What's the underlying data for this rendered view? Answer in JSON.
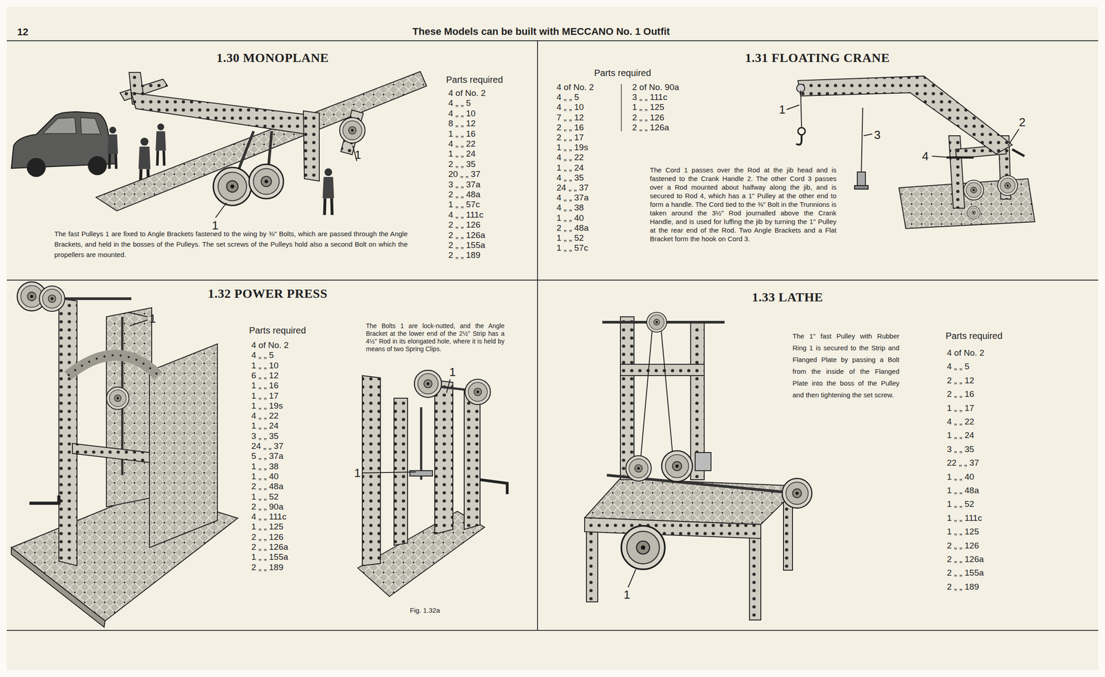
{
  "diagram": {
    "title": "These Models can be built with MECCANO No. 1 Outfit",
    "nodes": [
      {
        "text": [
          "1.30 MONOPLANE"
        ]
      },
      {
        "text": [
          "1.31 FLOATING CRANE"
        ]
      },
      {
        "text": [
          "1.32 POWER PRESS"
        ]
      },
      {
        "text": [
          "1.33 LATHE"
        ]
      }
    ],
    "labels": [
      "12",
      "Parts required",
      "4 of No. 2",
      "4 „ „ 5",
      "4 „ „ 10",
      "8 „ „ 12",
      "1 „ „ 16",
      "4 „ „ 22",
      "1 „ „ 24",
      "2 „ „ 35",
      "20 „ „ 37",
      "3 „ „ 37a",
      "2 „ „ 48a",
      "1 „ „ 57c",
      "4 „ „ 111c",
      "2 „ „ 126",
      "2 „ „ 126a",
      "2 „ „ 155a",
      "2 „ „ 189",
      "The fast Pulleys 1 are fixed to Angle Brackets fastened to the wing by ⅜\" Bolts, which are passed through the Angle Brackets, and held in the bosses of the Pulleys. The set screws of the Pulleys hold also a second Bolt on which the propellers are mounted.",
      "1",
      "1",
      "Parts required",
      "4 of No. 2",
      "4 „ „ 5",
      "4 „ „ 10",
      "7 „ „ 12",
      "2 „ „ 16",
      "2 „ „ 17",
      "1 „ „ 19s",
      "4 „ „ 22",
      "1 „ „ 24",
      "4 „ „ 35",
      "24 „ „ 37",
      "4 „ „ 37a",
      "4 „ „ 38",
      "1 „ „ 40",
      "2 „ „ 48a",
      "1 „ „ 52",
      "1 „ „ 57c",
      "2 of No. 90a",
      "3 „ „ 111c",
      "1 „ „ 125",
      "2 „ „ 126",
      "2 „ „ 126a",
      "The Cord 1 passes over the Rod at the jib head and is fastened to the Crank Handle 2. The other Cord 3 passes over a Rod mounted about halfway along the jib, and is secured to Rod 4, which has a 1\" Pulley at the other end to form a handle. The Cord tied to the ⅜\" Bolt in the Trunnions is taken around the 3½\" Rod journalled above the Crank Handle, and is used for luffing the jib by turning the 1\" Pulley at the rear end of the Rod. Two Angle Brackets and a Flat Bracket form the hook on Cord 3.",
      "1",
      "3",
      "2",
      "4",
      "Parts required",
      "4 of No. 2",
      "4 „ „ 5",
      "1 „ „ 10",
      "6 „ „ 12",
      "1 „ „ 16",
      "1 „ „ 17",
      "1 „ „ 19s",
      "4 „ „ 22",
      "1 „ „ 24",
      "3 „ „ 35",
      "24 „ „ 37",
      "5 „ „ 37a",
      "1 „ „ 38",
      "1 „ „ 40",
      "2 „ „ 48a",
      "1 „ „ 52",
      "2 „ „ 90a",
      "4 „ „ 111c",
      "1 „ „ 125",
      "2 „ „ 126",
      "2 „ „ 126a",
      "1 „ „ 155a",
      "2 „ „ 189",
      "The Bolts 1 are lock-nutted, and the Angle Bracket at the lower end of the 2½\" Strip has a 4½\" Rod in its elongated hole, where it is held by means of two Spring Clips.",
      "1",
      "1",
      "1",
      "Fig. 1.32a",
      "The 1\" fast Pulley with Rubber Ring 1 is secured to the Strip and Flanged Plate by passing a Bolt from the inside of the Flanged Plate into the boss of the Pulley and then tightening the set screw.",
      "Parts required",
      "4 of No. 2",
      "4 „ „ 5",
      "2 „ „ 12",
      "2 „ „ 16",
      "1 „ „ 17",
      "4 „ „ 22",
      "1 „ „ 24",
      "3 „ „ 35",
      "22 „ „ 37",
      "1 „ „ 40",
      "1 „ „ 48a",
      "1 „ „ 52",
      "1 „ „ 111c",
      "1 „ „ 125",
      "2 „ „ 126",
      "2 „ „ 126a",
      "2 „ „ 155a",
      "2 „ „ 189",
      "1"
    ]
  }
}
